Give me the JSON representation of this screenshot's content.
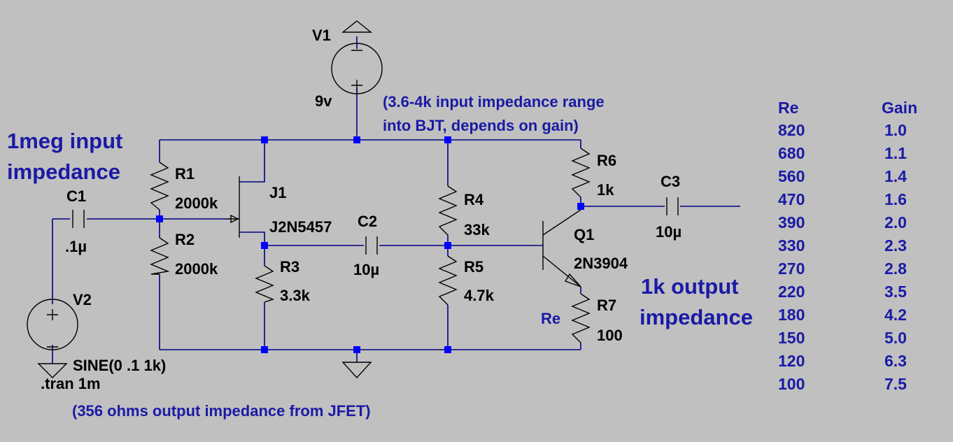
{
  "components": {
    "V1": {
      "name": "V1",
      "value": "9v"
    },
    "V2": {
      "name": "V2",
      "value": "SINE(0 .1 1k)"
    },
    "R1": {
      "name": "R1",
      "value": "2000k"
    },
    "R2": {
      "name": "R2",
      "value": "2000k"
    },
    "R3": {
      "name": "R3",
      "value": "3.3k"
    },
    "R4": {
      "name": "R4",
      "value": "33k"
    },
    "R5": {
      "name": "R5",
      "value": "4.7k"
    },
    "R6": {
      "name": "R6",
      "value": "1k"
    },
    "R7": {
      "name": "R7",
      "value": "100",
      "alias": "Re"
    },
    "C1": {
      "name": "C1",
      "value": ".1µ"
    },
    "C2": {
      "name": "C2",
      "value": "10µ"
    },
    "C3": {
      "name": "C3",
      "value": "10µ"
    },
    "J1": {
      "name": "J1",
      "value": "J2N5457"
    },
    "Q1": {
      "name": "Q1",
      "value": "2N3904"
    }
  },
  "directive": ".tran 1m",
  "notes": {
    "input_impedance": [
      "1meg input",
      "impedance"
    ],
    "bjt_input": [
      "(3.6-4k input impedance range",
      "into BJT, depends on gain)"
    ],
    "output_impedance": [
      "1k output",
      "impedance"
    ],
    "jfet_output": "(356 ohms output impedance from JFET)"
  },
  "table": {
    "headers": [
      "Re",
      "Gain"
    ],
    "rows": [
      [
        "820",
        "1.0"
      ],
      [
        "680",
        "1.1"
      ],
      [
        "560",
        "1.4"
      ],
      [
        "470",
        "1.6"
      ],
      [
        "390",
        "2.0"
      ],
      [
        "330",
        "2.3"
      ],
      [
        "270",
        "2.8"
      ],
      [
        "220",
        "3.5"
      ],
      [
        "180",
        "4.2"
      ],
      [
        "150",
        "5.0"
      ],
      [
        "120",
        "6.3"
      ],
      [
        "100",
        "7.5"
      ]
    ]
  },
  "colors": {
    "background": "#c0c0c0",
    "wire": "#000080",
    "junction": "#0000ff",
    "annotation": "#1a1aa6"
  }
}
